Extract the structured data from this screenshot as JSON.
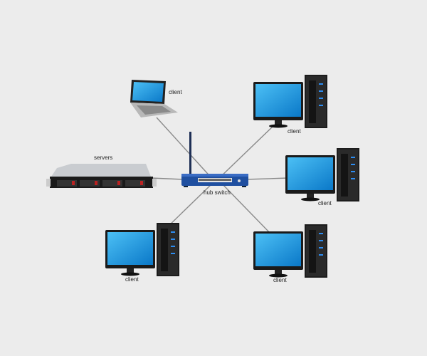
{
  "diagram": {
    "title": "Network topology",
    "hub": {
      "label": "hub switch"
    },
    "server": {
      "label": "servers"
    },
    "clients": [
      {
        "label": "client",
        "type": "laptop"
      },
      {
        "label": "client",
        "type": "desktop"
      },
      {
        "label": "client",
        "type": "desktop"
      },
      {
        "label": "client",
        "type": "desktop"
      },
      {
        "label": "client",
        "type": "desktop"
      }
    ],
    "colors": {
      "background": "#ececec",
      "screen": "#1a9ee6",
      "hub": "#1f4fa0",
      "tower": "#1c1c1c",
      "link": "#8a8a8a"
    }
  }
}
